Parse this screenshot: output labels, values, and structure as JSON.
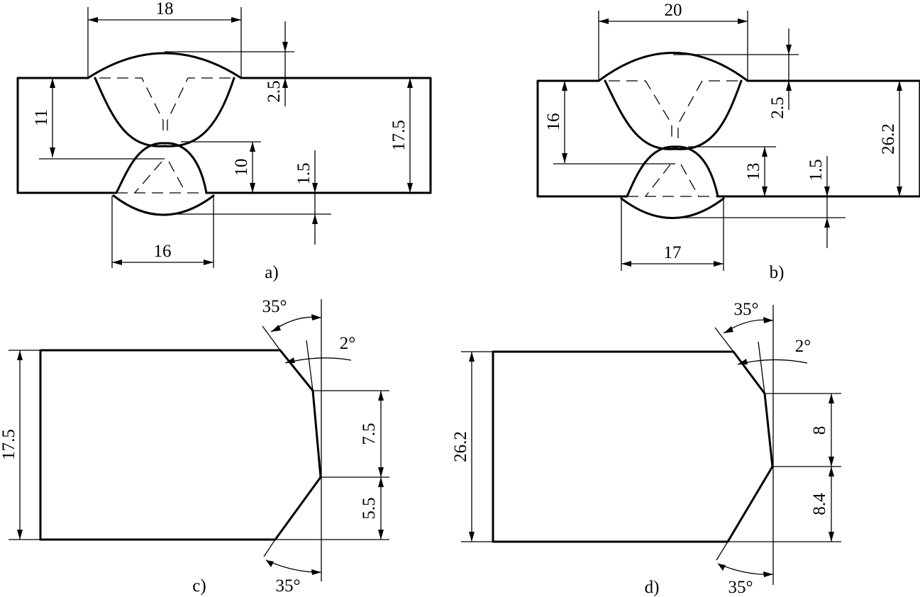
{
  "panels": {
    "a": {
      "label": "a)",
      "dims": {
        "top_width": "18",
        "bottom_width": "16",
        "top_depth": "11",
        "bottom_depth": "10",
        "top_reinforcement": "2.5",
        "bottom_reinforcement": "1.5",
        "thickness": "17.5"
      }
    },
    "b": {
      "label": "b)",
      "dims": {
        "top_width": "20",
        "bottom_width": "17",
        "top_depth": "16",
        "bottom_depth": "13",
        "top_reinforcement": "2.5",
        "bottom_reinforcement": "1.5",
        "thickness": "26.2"
      }
    },
    "c": {
      "label": "c)",
      "dims": {
        "thickness": "17.5",
        "top_bevel_angle": "35°",
        "root_angle": "2°",
        "upper_land": "7.5",
        "lower_bevel_depth": "5.5",
        "bottom_bevel_angle": "35°"
      }
    },
    "d": {
      "label": "d)",
      "dims": {
        "thickness": "26.2",
        "top_bevel_angle": "35°",
        "root_angle": "2°",
        "upper_land": "8",
        "lower_bevel_depth": "8.4",
        "bottom_bevel_angle": "35°"
      }
    }
  }
}
